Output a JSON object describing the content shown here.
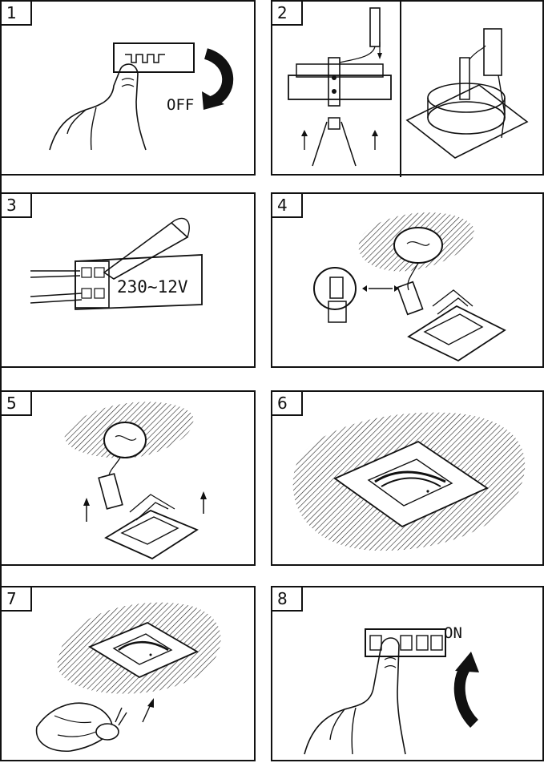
{
  "steps": [
    {
      "number": "1",
      "label": "OFF"
    },
    {
      "number": "2"
    },
    {
      "number": "3",
      "label": "230~12V"
    },
    {
      "number": "4"
    },
    {
      "number": "5"
    },
    {
      "number": "6"
    },
    {
      "number": "7"
    },
    {
      "number": "8",
      "label": "ON"
    }
  ]
}
